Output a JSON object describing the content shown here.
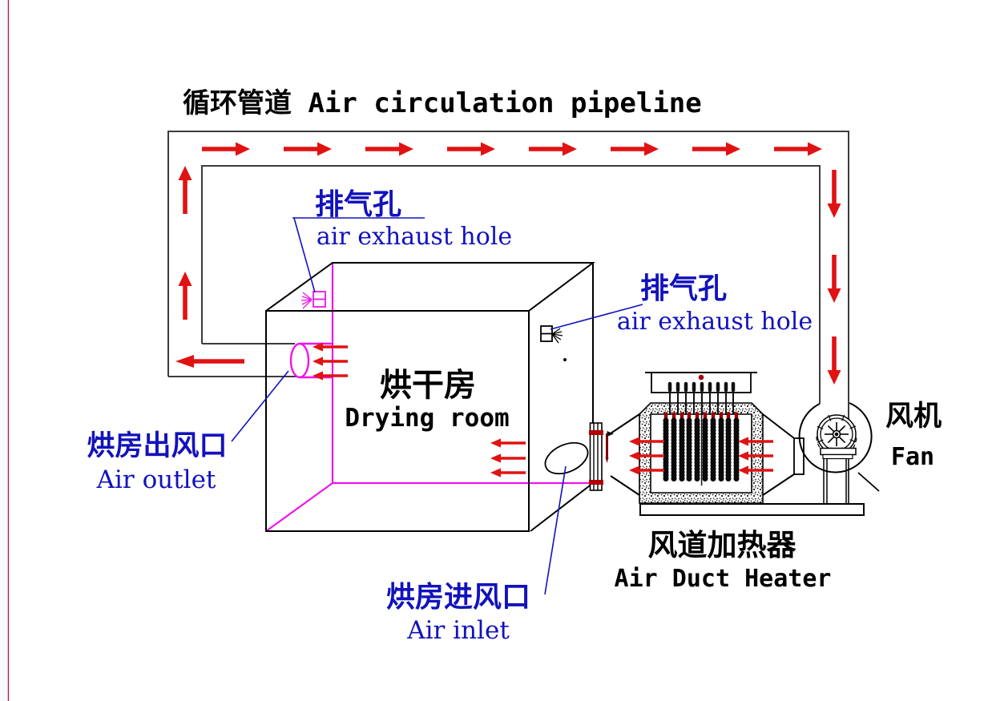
{
  "page": {
    "background": "#ffffff"
  },
  "title": {
    "text": "循环管道 Air circulation pipeline"
  },
  "labels": {
    "drying_room": {
      "zh": "烘干房",
      "en": "Drying room"
    },
    "exhaust_hole_top": {
      "zh": "排气孔",
      "en": "air exhaust hole"
    },
    "exhaust_hole_right": {
      "zh": "排气孔",
      "en": "air exhaust hole"
    },
    "air_outlet": {
      "zh": "烘房出风口",
      "en": "Air outlet"
    },
    "air_inlet": {
      "zh": "烘房进风口",
      "en": "Air inlet"
    },
    "heater": {
      "zh": "风道加热器",
      "en": "Air Duct Heater"
    },
    "fan": {
      "zh": "风机",
      "en": "Fan"
    }
  },
  "icons": {
    "exhaust_hole_top": "vent-spray-icon",
    "exhaust_hole_right": "vent-spray-icon",
    "fan_impeller": "impeller-star-icon"
  },
  "colors": {
    "label_blue": "#1212bd",
    "arrow_red": "#e11212",
    "hidden_edge_magenta": "#ee14ee",
    "pipeline_gray": "#3c3c3c",
    "black": "#000000",
    "dark_red_accent": "#a00000",
    "margin_line": "#993355"
  }
}
